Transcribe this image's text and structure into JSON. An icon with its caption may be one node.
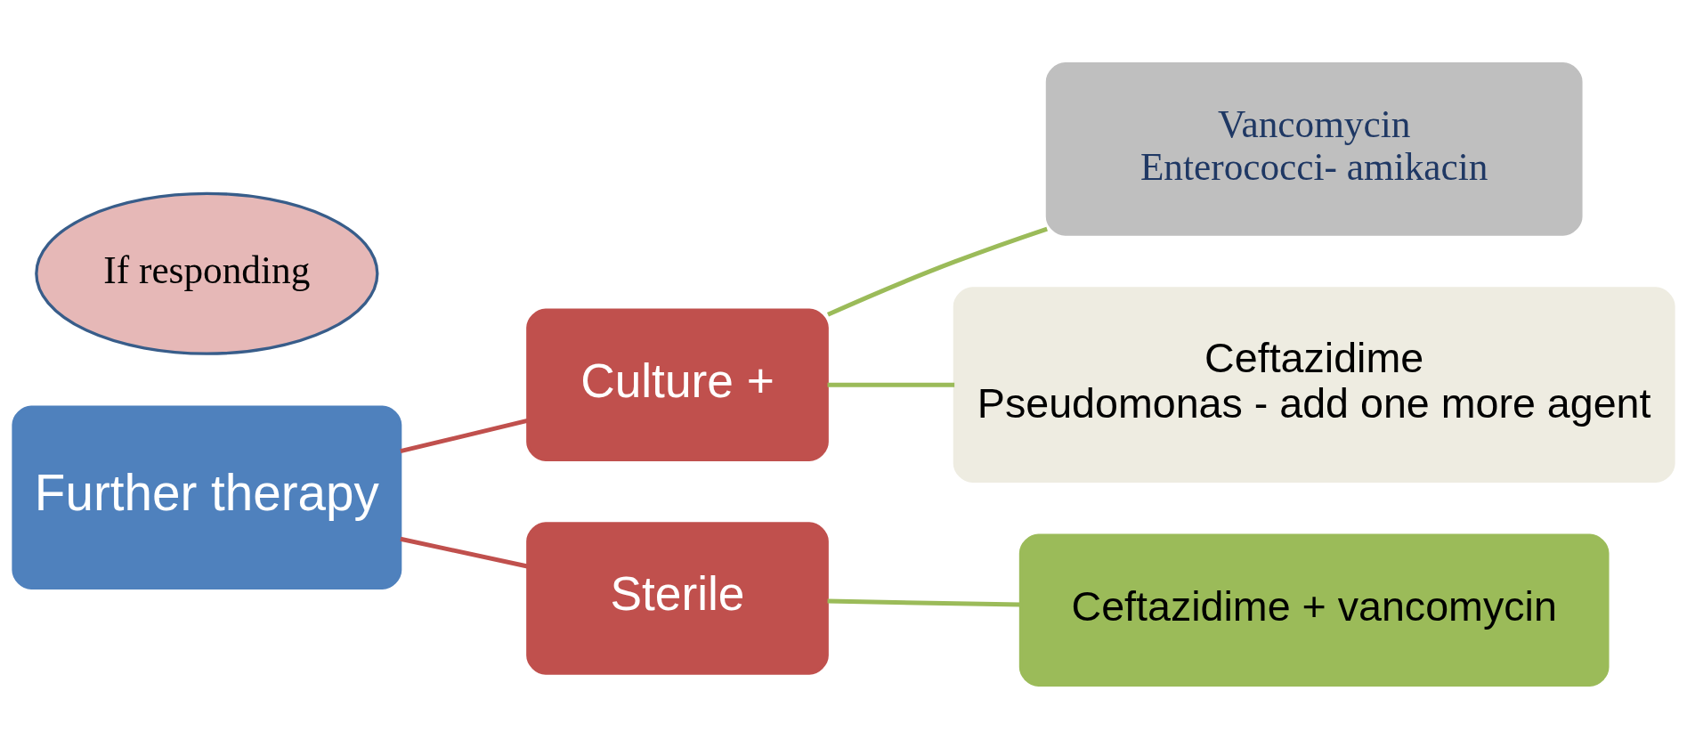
{
  "diagram": {
    "nodes": [
      {
        "text": [
          "If responding"
        ]
      },
      {
        "text": [
          "Further therapy"
        ]
      },
      {
        "text": [
          "Culture +"
        ]
      },
      {
        "text": [
          "Sterile"
        ]
      },
      {
        "text": [
          "Vancomycin",
          "Enterococci- amikacin"
        ]
      },
      {
        "text": [
          "Ceftazidime",
          "Pseudomonas - add one more agent"
        ]
      },
      {
        "text": [
          "Ceftazidime + vancomycin"
        ]
      }
    ],
    "edges": [
      {
        "from": 1,
        "to": 2,
        "arrow": "none",
        "color": "#c0504d"
      },
      {
        "from": 1,
        "to": 3,
        "arrow": "none",
        "color": "#c0504d"
      },
      {
        "from": 2,
        "to": 4,
        "arrow": "none"
      },
      {
        "from": 2,
        "to": 5,
        "arrow": "none"
      },
      {
        "from": 3,
        "to": 6,
        "arrow": "none"
      }
    ]
  }
}
